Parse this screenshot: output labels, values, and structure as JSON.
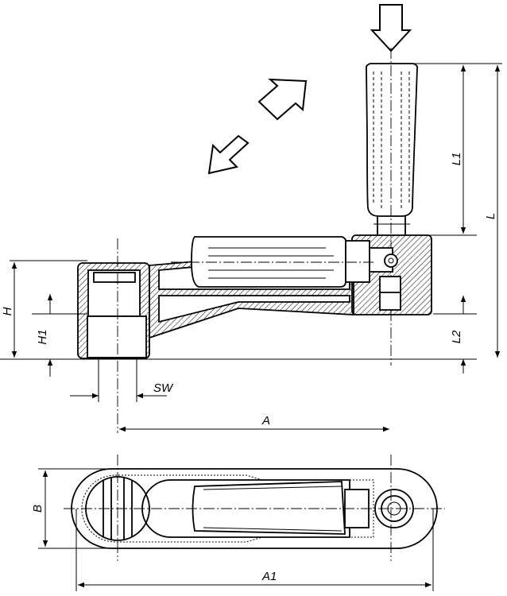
{
  "dimension_labels": {
    "L1": "L1",
    "L": "L",
    "H": "H",
    "H1": "H1",
    "L2": "L2",
    "SW": "SW",
    "A": "A",
    "B": "B",
    "A1": "A1"
  },
  "arrows": [
    {
      "name": "arrow-down-icon",
      "direction": "down"
    },
    {
      "name": "arrow-up-right-icon",
      "direction": "up-right"
    },
    {
      "name": "arrow-down-left-icon",
      "direction": "down-left"
    }
  ]
}
